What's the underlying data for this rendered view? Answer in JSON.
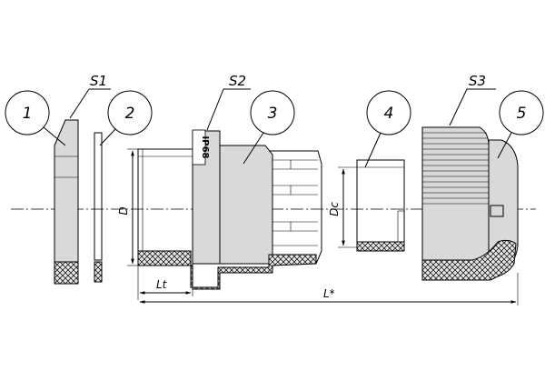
{
  "callouts": [
    {
      "number": "1"
    },
    {
      "number": "2"
    },
    {
      "number": "3"
    },
    {
      "number": "4"
    },
    {
      "number": "5"
    }
  ],
  "wrench_sizes": {
    "s1": "S1",
    "s2": "S2",
    "s3": "S3"
  },
  "dimensions": {
    "d": "D",
    "dc": "Dc",
    "lt": "Lt",
    "l": "L*"
  },
  "marking": "IP68"
}
